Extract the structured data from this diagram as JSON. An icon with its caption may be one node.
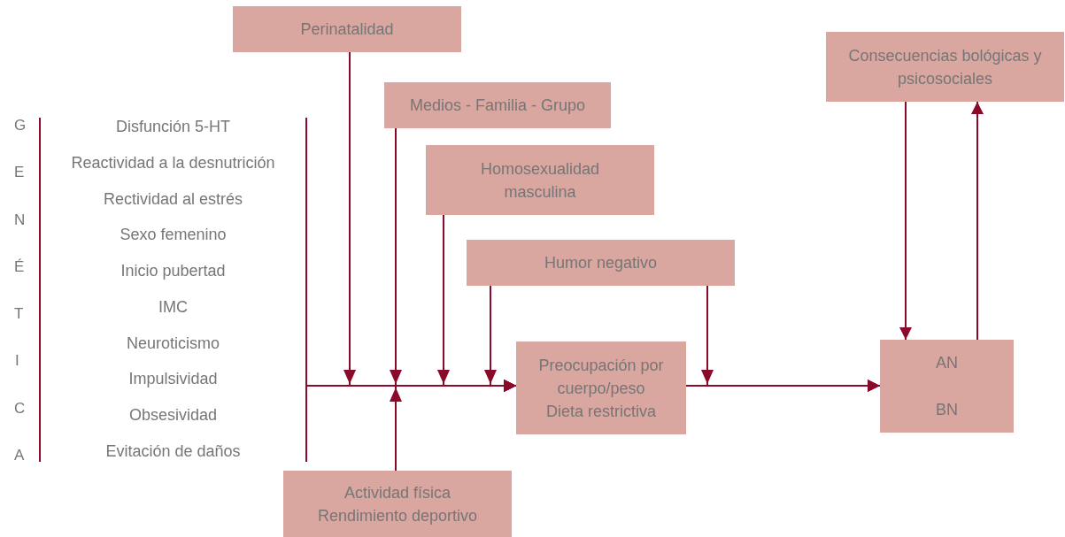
{
  "diagram": {
    "nodes": [
      {
        "text": [
          "Perinatalidad"
        ]
      },
      {
        "text": [
          "Medios - Familia - Grupo"
        ]
      },
      {
        "text": [
          "Homosexualidad masculina"
        ]
      },
      {
        "text": [
          "Humor negativo"
        ]
      },
      {
        "text": [
          "Consecuencias bológicas y psicosociales"
        ]
      },
      {
        "text": [
          "Disfunción 5-HT",
          "Reactividad a la desnutrición",
          "Rectividad al estrés",
          "Sexo femenino",
          "Inicio pubertad",
          "IMC",
          "Neuroticismo",
          "Impulsividad",
          "Obsesividad",
          "Evitación de daños"
        ],
        "beside": [
          "GENÉTICA"
        ]
      },
      {
        "text": [
          "Preocupación por cuerpo/peso",
          "Dieta restrictiva"
        ]
      },
      {
        "text": [
          "AN",
          "BN"
        ]
      },
      {
        "text": [
          "Actividad física",
          "Rendimiento deportivo"
        ]
      }
    ],
    "edges": [
      {
        "from": 5,
        "to": 6,
        "arrow": "to"
      },
      {
        "from": 0,
        "to": 6,
        "arrow": "to"
      },
      {
        "from": 1,
        "to": 6,
        "arrow": "to"
      },
      {
        "from": 2,
        "to": 6,
        "arrow": "to"
      },
      {
        "from": 3,
        "to": 6,
        "arrow": "to"
      },
      {
        "from": 8,
        "to": 6,
        "arrow": "to"
      },
      {
        "from": 6,
        "to": 7,
        "arrow": "to"
      },
      {
        "from": 3,
        "to": 7,
        "arrow": "to"
      },
      {
        "from": 4,
        "to": 7,
        "arrow": "to"
      },
      {
        "from": 7,
        "to": 4,
        "arrow": "to"
      }
    ]
  }
}
